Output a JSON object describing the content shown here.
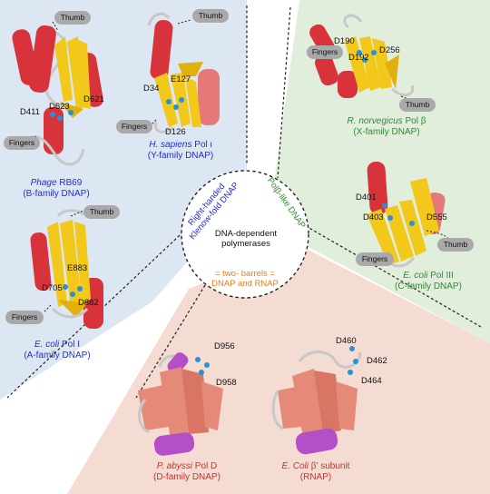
{
  "colors": {
    "b_region": "#dde7f3",
    "x_region": "#e1eedc",
    "d_region": "#f5dcd2",
    "blue_text": "#1f2fd0",
    "green_text": "#2e8b2e",
    "orange_text": "#f07a1e",
    "helix_red": "#d8323a",
    "strand_yellow": "#f2c81a",
    "helix_purple": "#b44fc8",
    "strand_salmon": "#e58a78",
    "loop_grey": "#c8c8c8",
    "residue_blue": "#2b8fd6"
  },
  "center": {
    "title_line1": "DNA-dependent",
    "title_line2": "polymerases",
    "arc_blue_line1": "Right-handed",
    "arc_blue_line2": "Klenow-fold DNAP",
    "arc_green": "Polβ-like DNAP",
    "arc_orange_line1": "= two- barrels =",
    "arc_orange_line2": "DNAP and RNAP"
  },
  "structures": {
    "phage": {
      "name_italic": "Phage",
      "name_rest": " RB69",
      "family": "(B-family DNAP)",
      "thumb": "Thumb",
      "fingers": "Fingers",
      "residues": [
        "D411",
        "D623",
        "D621"
      ]
    },
    "human": {
      "name_italic": "H. sapiens",
      "name_rest": " Pol ι",
      "family": "(Y-family DNAP)",
      "thumb": "Thumb",
      "fingers": "Fingers",
      "residues": [
        "D34",
        "E127",
        "D126"
      ]
    },
    "rat": {
      "name_italic": "R. norvegicus",
      "name_rest": " Pol β",
      "family": "(X-family DNAP)",
      "thumb": "Thumb",
      "fingers": "Fingers",
      "residues": [
        "D190",
        "D192",
        "D256"
      ]
    },
    "ecoli_pol1": {
      "name_italic": "E. coli",
      "name_rest": " Pol I",
      "family": "(A-family DNAP)",
      "thumb": "Thumb",
      "fingers": "Fingers",
      "residues": [
        "E883",
        "D705",
        "D882"
      ]
    },
    "ecoli_pol3": {
      "name_italic": "E. coli",
      "name_rest": " Pol III",
      "family": "(C-family DNAP)",
      "thumb": "Thumb",
      "fingers": "Fingers",
      "residues": [
        "D401",
        "D403",
        "D555"
      ]
    },
    "abyssi": {
      "name_italic": "P. abyssi",
      "name_rest": " Pol D",
      "family": "(D-family DNAP)",
      "residues": [
        "D956",
        "D958"
      ]
    },
    "ecoli_rnap": {
      "name_italic": "E. Coli",
      "name_rest": " β' subunit",
      "family": "(RNAP)",
      "residues": [
        "D460",
        "D462",
        "D464"
      ]
    }
  }
}
